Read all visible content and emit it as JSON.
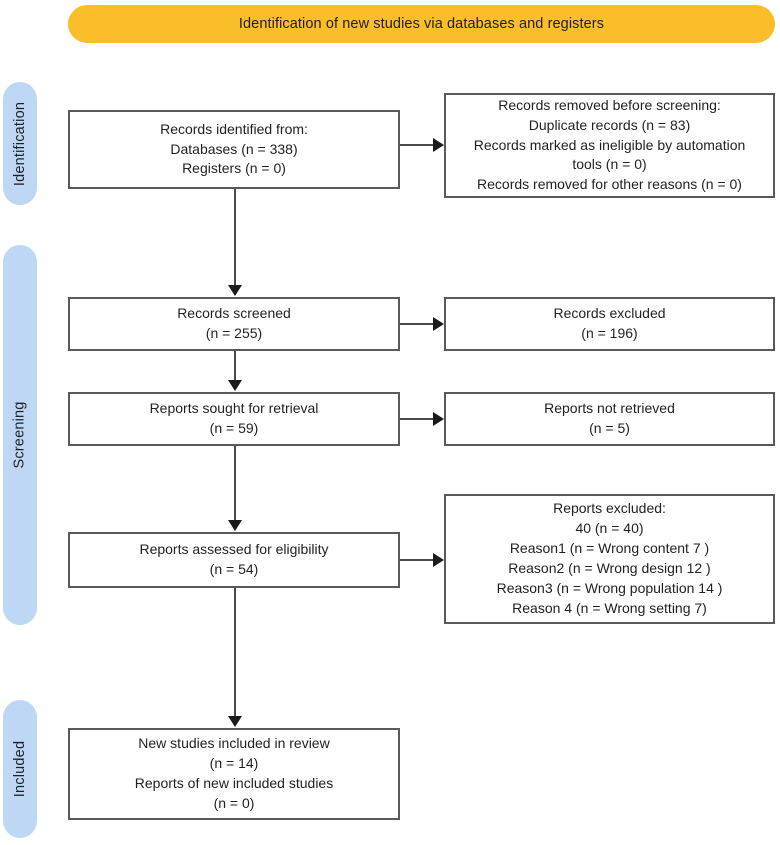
{
  "banner": {
    "title": "Identification of new studies via databases and registers",
    "color": "#FBBE2B"
  },
  "stages": {
    "color": "#BDD7F5",
    "identification": "Identification",
    "screening": "Screening",
    "included": "Included"
  },
  "boxes": {
    "identified": {
      "lines": [
        "Records identified from:",
        "Databases (n = 338)",
        "Registers (n = 0)"
      ]
    },
    "removed": {
      "lines": [
        "Records removed before screening:",
        "Duplicate records (n = 83)",
        "Records marked as ineligible by automation",
        "tools (n = 0)",
        "Records removed for other reasons (n = 0)"
      ]
    },
    "screened": {
      "lines": [
        "Records screened",
        "(n = 255)"
      ]
    },
    "excluded": {
      "lines": [
        "Records excluded",
        "(n = 196)"
      ]
    },
    "sought": {
      "lines": [
        "Reports sought for retrieval",
        "(n = 59)"
      ]
    },
    "not_retrieved": {
      "lines": [
        "Reports not retrieved",
        "(n = 5)"
      ]
    },
    "assessed": {
      "lines": [
        "Reports assessed for eligibility",
        "(n = 54)"
      ]
    },
    "reports_excluded": {
      "lines": [
        "Reports excluded:",
        "40 (n = 40)",
        "Reason1 (n =  Wrong content 7 )",
        "Reason2 (n =  Wrong design 12 )",
        "Reason3 (n =  Wrong population 14 )",
        "Reason 4 (n =  Wrong setting 7)"
      ]
    },
    "included": {
      "lines": [
        "New studies included in review",
        "(n = 14)",
        "Reports of new included studies",
        "(n = 0)"
      ]
    }
  }
}
